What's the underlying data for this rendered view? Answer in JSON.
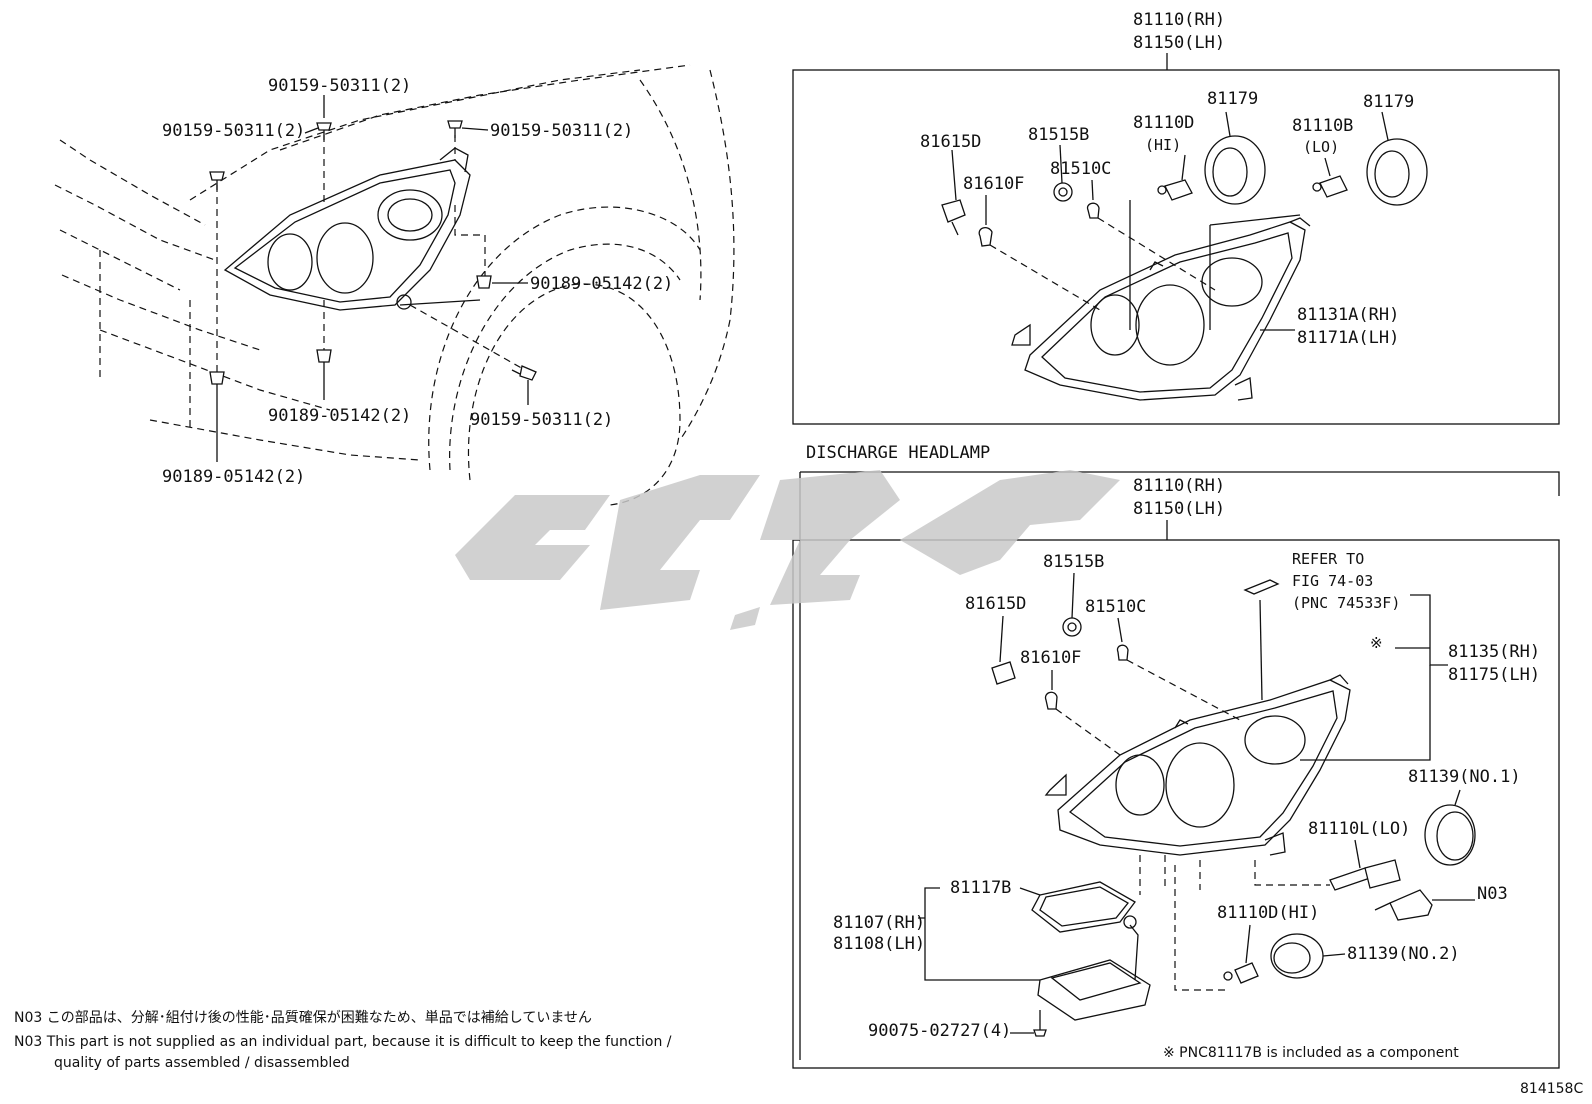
{
  "top_header": {
    "rh": "81110(RH)",
    "lh": "81150(LH)"
  },
  "top_parts": {
    "p81615d": "81615D",
    "p81515b": "81515B",
    "p81610f": "81610F",
    "p81510c": "81510C",
    "p81110d": "81110D",
    "hi": "(HI)",
    "p81179a": "81179",
    "p81110b": "81110B",
    "lo": "(LO)",
    "p81179b": "81179",
    "p81131a": "81131A(RH)",
    "p81171a": "81171A(LH)"
  },
  "left_parts": {
    "a": "90159-50311(2)",
    "b": "90159-50311(2)",
    "c": "90159-50311(2)",
    "d": "90189-05142(2)",
    "e": "90189-05142(2)",
    "f": "90159-50311(2)",
    "g": "90189-05142(2)"
  },
  "section_title": "DISCHARGE HEADLAMP",
  "bottom_header": {
    "rh": "81110(RH)",
    "lh": "81150(LH)"
  },
  "bottom_parts": {
    "p81515b": "81515B",
    "p81615d": "81615D",
    "p81510c": "81510C",
    "p81610f": "81610F",
    "refer1": "REFER TO",
    "refer2": "FIG 74-03",
    "refer3": "(PNC 74533F)",
    "asterisk": "※",
    "p81135": "81135(RH)",
    "p81175": "81175(LH)",
    "p81139a": "81139(NO.1)",
    "p81110l": "81110L(LO)",
    "n03": "N03",
    "p81117b": "81117B",
    "p81107": "81107(RH)",
    "p81108": "81108(LH)",
    "p81110d": "81110D(HI)",
    "p81139b": "81139(NO.2)",
    "p90075": "90075-02727(4)"
  },
  "notes": {
    "jp": "N03 この部品は、分解･組付け後の性能･品質確保が困難なため、単品では補給していません",
    "en1": "N03 This part is not supplied as an individual part, because it is difficult to keep the function /",
    "en2": "quality of parts assembled / disassembled",
    "component": "※ PNC81117B is included as a component"
  },
  "figure_id": "814158C",
  "colors": {
    "line": "#111111",
    "watermark": "#c9c9c9"
  }
}
